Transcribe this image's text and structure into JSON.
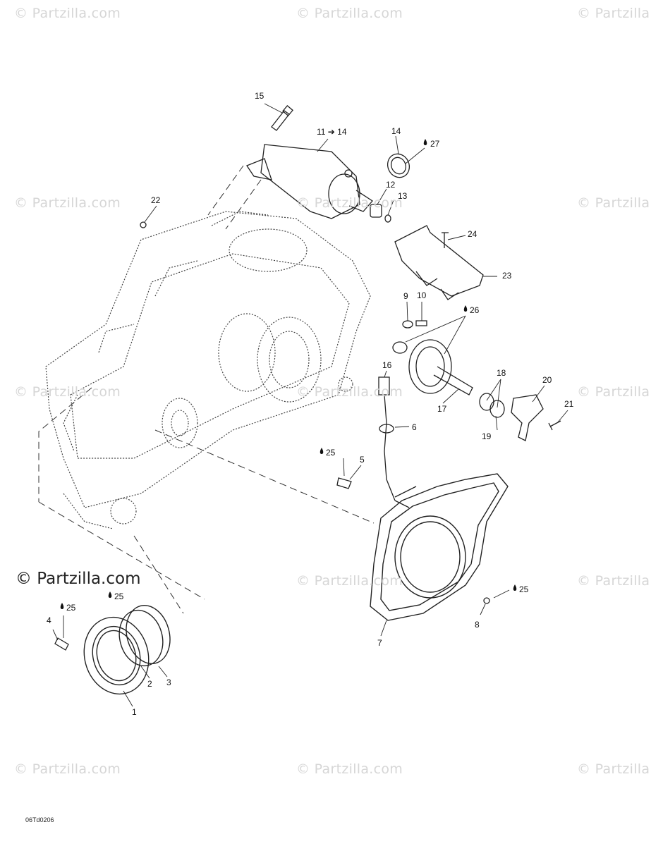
{
  "watermark": "© Partzilla.com",
  "main_watermark": "© Partzilla.com",
  "drawing_code": "06Td0206",
  "callouts": {
    "c1": "1",
    "c2": "2",
    "c3": "3",
    "c4": "4",
    "c5": "5",
    "c6": "6",
    "c7": "7",
    "c8": "8",
    "c9": "9",
    "c10": "10",
    "c11_14": "11 ➔ 14",
    "c12": "12",
    "c13": "13",
    "c14": "14",
    "c15": "15",
    "c16": "16",
    "c17": "17",
    "c18": "18",
    "c19": "19",
    "c20": "20",
    "c21": "21",
    "c22": "22",
    "c23": "23",
    "c24": "24"
  },
  "lubricants": {
    "l27": "27",
    "l26": "26",
    "l25_a": "25",
    "l25_b": "25",
    "l25_c": "25",
    "l25_d": "25"
  },
  "icons": {
    "lubricant": "oil-drop-icon"
  }
}
